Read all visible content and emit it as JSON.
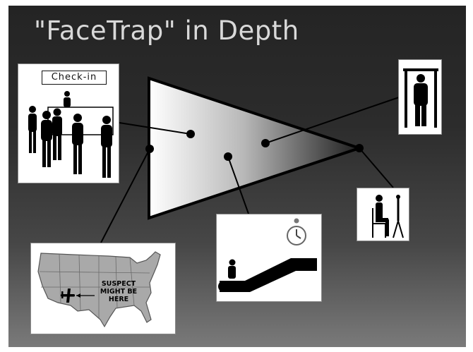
{
  "slide": {
    "title": "\"FaceTrap\" in Depth",
    "background": "#2a2a2a",
    "title_color": "#d9d9d9"
  },
  "panels": {
    "checkin": {
      "sign_text": "Check-in",
      "icon": "people-queue-icon"
    },
    "scanner": {
      "icon": "walkthrough-scanner-icon"
    },
    "seated": {
      "icon": "seated-person-icon"
    },
    "escalator": {
      "icon": "escalator-icon",
      "clock_icon": "clock-icon"
    },
    "map": {
      "label": "SUSPECT MIGHT BE HERE",
      "icons": [
        "usa-map-icon",
        "airplane-icon",
        "arrow-icon"
      ]
    }
  }
}
